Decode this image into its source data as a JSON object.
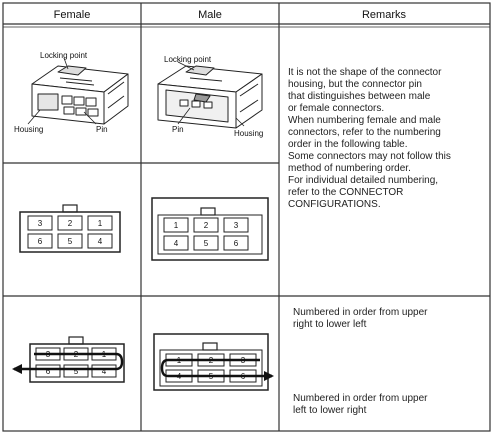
{
  "headers": {
    "female": "Female",
    "male": "Male",
    "remarks": "Remarks"
  },
  "female_drawing": {
    "locking_label": "Locking point",
    "housing_label": "Housing",
    "pin_label": "Pin"
  },
  "male_drawing": {
    "locking_label": "Locking point",
    "pin_label": "Pin",
    "housing_label": "Housing"
  },
  "remarks_main": [
    "It is not the shape of the connector",
    "housing, but the connector pin",
    "that distinguishes between male",
    "or female connectors.",
    "When numbering female and male",
    "connectors, refer to the numbering",
    "order in the following table.",
    "Some connectors may not follow this",
    "method of numbering order.",
    "For individual detailed numbering,",
    "refer to the CONNECTOR",
    "CONFIGURATIONS."
  ],
  "female_pins": {
    "top": [
      "3",
      "2",
      "1"
    ],
    "bottom": [
      "6",
      "5",
      "4"
    ]
  },
  "male_pins": {
    "top": [
      "1",
      "2",
      "3"
    ],
    "bottom": [
      "4",
      "5",
      "6"
    ]
  },
  "female_order_pins": {
    "top": [
      "3",
      "2",
      "1"
    ],
    "bottom": [
      "6",
      "5",
      "4"
    ]
  },
  "male_order_pins": {
    "top": [
      "1",
      "2",
      "3"
    ],
    "bottom": [
      "4",
      "5",
      "6"
    ]
  },
  "remark_female_order": [
    "Numbered in order from upper",
    "right to lower left"
  ],
  "remark_male_order": [
    "Numbered in order from upper",
    "left to lower right"
  ]
}
